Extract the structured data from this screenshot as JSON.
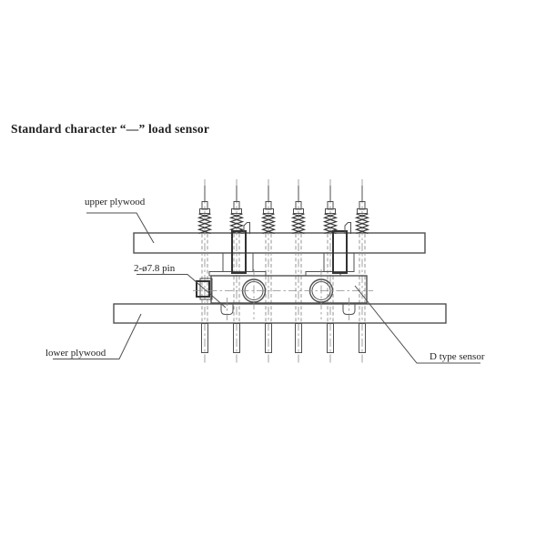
{
  "title": "Standard character “—” load sensor",
  "diagram": {
    "labels": {
      "upper_plywood": "upper plywood",
      "pin": "2-ø7.8 pin",
      "lower_plywood": "lower plywood",
      "d_type_sensor": "D type sensor"
    },
    "colors": {
      "line": "#4f4f4f",
      "bold": "#323232",
      "center": "#8c8c8c",
      "text": "#1e1e1e",
      "background": "#ffffff"
    },
    "parts": [
      "upper plywood board",
      "lower plywood board",
      "spring bolt assembly x6",
      "clamp block x2",
      "D type load sensor with two holes",
      "locating pin x2"
    ]
  }
}
